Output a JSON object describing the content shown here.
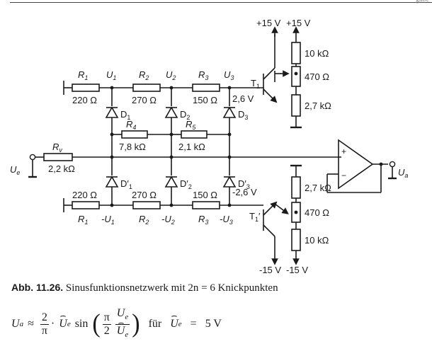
{
  "labels": {
    "r1": "R",
    "r1_sub": "1",
    "r1_val": "220 Ω",
    "r2": "R",
    "r2_sub": "2",
    "r2_val": "270 Ω",
    "r3": "R",
    "r3_sub": "3",
    "r3_val": "150 Ω",
    "u1": "U",
    "u1_sub": "1",
    "u2": "U",
    "u2_sub": "2",
    "u3": "U",
    "u3_sub": "3",
    "v26": "2,6 V",
    "d1": "D",
    "d1_sub": "1",
    "d2": "D",
    "d2_sub": "2",
    "d3": "D",
    "d3_sub": "3",
    "r4": "R",
    "r4_sub": "4",
    "r4_val": "7,8 kΩ",
    "r5": "R",
    "r5_sub": "5",
    "r5_val": "2,1 kΩ",
    "rv": "R",
    "rv_sub": "v",
    "rv_val": "2,2 kΩ",
    "ue": "U",
    "ue_sub": "e",
    "ua": "U",
    "ua_sub": "a",
    "d1p": "D",
    "d1p_sub": "1",
    "d2p": "D",
    "d2p_sub": "2",
    "d3p": "D",
    "d3p_sub": "3",
    "prime": "′",
    "r1b_val": "220 Ω",
    "r2b_val": "270 Ω",
    "r3b_val": "150 Ω",
    "nu1": "-U",
    "nu1_sub": "1",
    "nu2": "-U",
    "nu2_sub": "2",
    "nu3": "-U",
    "nu3_sub": "3",
    "vm26": "-2,6 V",
    "t1": "T",
    "t1_sub": "1",
    "t1p": "T",
    "t1p_sub": "1",
    "p15a": "+15 V",
    "p15b": "+15 V",
    "m15a": "-15 V",
    "m15b": "-15 V",
    "top_10k": "10 kΩ",
    "top_470": "470 Ω",
    "top_27k": "2,7 kΩ",
    "bot_27k": "2,7 kΩ",
    "bot_470": "470 Ω",
    "bot_10k": "10 kΩ",
    "plus": "+",
    "minus": "−"
  },
  "caption": {
    "label": "Abb. 11.26.",
    "text": " Sinusfunktionsnetzwerk mit 2n = 6 Knickpunkten"
  },
  "formula": {
    "lhs": "U",
    "lhs_sub": "a",
    "approx": "≈",
    "frac1_num": "2",
    "frac1_den": "π",
    "dot": "·",
    "ue_hat": "U",
    "ue_sub": "e",
    "sin": "sin",
    "frac2_num": "π",
    "frac2_den": "2",
    "frac3_num": "U",
    "frac3_num_sub": "e",
    "frac3_den": "U",
    "frac3_den_sub": "e",
    "fuer": "für",
    "cond_u": "U",
    "cond_sub": "e",
    "eq": "=",
    "cond_val": "5 V"
  },
  "header_tail": "gabe"
}
